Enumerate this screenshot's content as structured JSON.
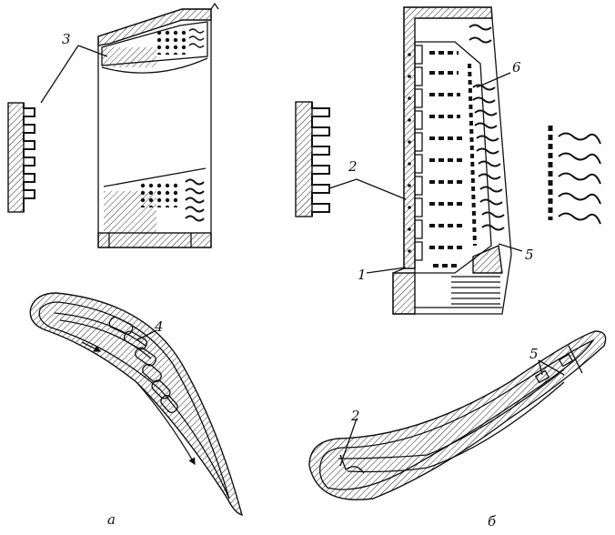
{
  "labels": {
    "l1": "1",
    "l2a": "2",
    "l2b": "2",
    "l3": "3",
    "l4": "4",
    "l5a": "5",
    "l5b": "5",
    "l6": "6",
    "sub_a": "а",
    "sub_b": "б"
  }
}
